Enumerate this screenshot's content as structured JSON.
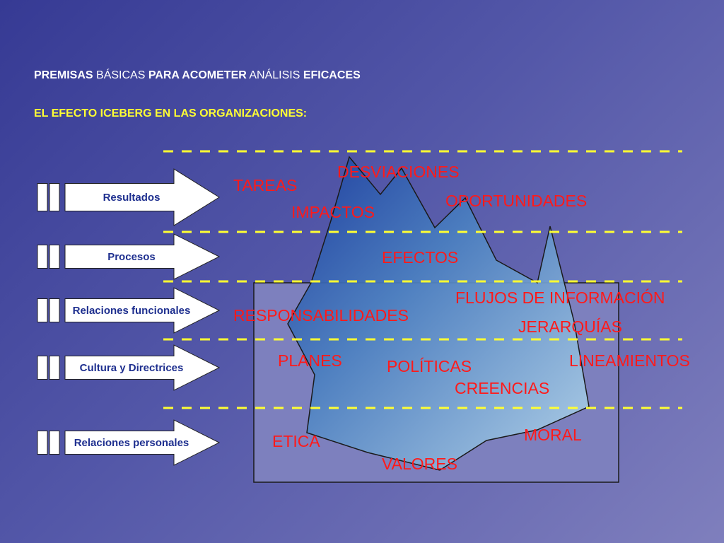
{
  "heading": {
    "line1_part1": "PREMISAS",
    "line1_part2": " BÁSICAS ",
    "line1_part3": "PARA ACOMETER",
    "line1_part4": " ANÁLISIS ",
    "line1_part5": "EFICACES",
    "line2": "EL EFECTO ICEBERG EN LAS ORGANIZACIONES:"
  },
  "levels": [
    {
      "label": "Resultados"
    },
    {
      "label": "Procesos"
    },
    {
      "label": "Relaciones funcionales"
    },
    {
      "label": "Cultura y Directrices"
    },
    {
      "label": "Relaciones personales"
    }
  ],
  "words": {
    "desviaciones": "DESVIACIONES",
    "tareas": "TAREAS",
    "oportunidades": "OPORTUNIDADES",
    "impactos": "IMPACTOS",
    "efectos": "EFECTOS",
    "flujos": "FLUJOS DE INFORMACIÓN",
    "responsabilidades": "RESPONSABILIDADES",
    "jerarquias": "JERARQUÍAS",
    "planes": "PLANES",
    "lineamientos": "LINEAMIENTOS",
    "politicas": "POLÍTICAS",
    "creencias": "CREENCIAS",
    "moral": "MORAL",
    "etica": "ETICA",
    "valores": "VALORES"
  },
  "colors": {
    "heading": "#ffffff",
    "subheading": "#ffff33",
    "dash_line": "#ffff33",
    "words": "#ff1a1a",
    "arrow_label": "#1e2f8f"
  }
}
